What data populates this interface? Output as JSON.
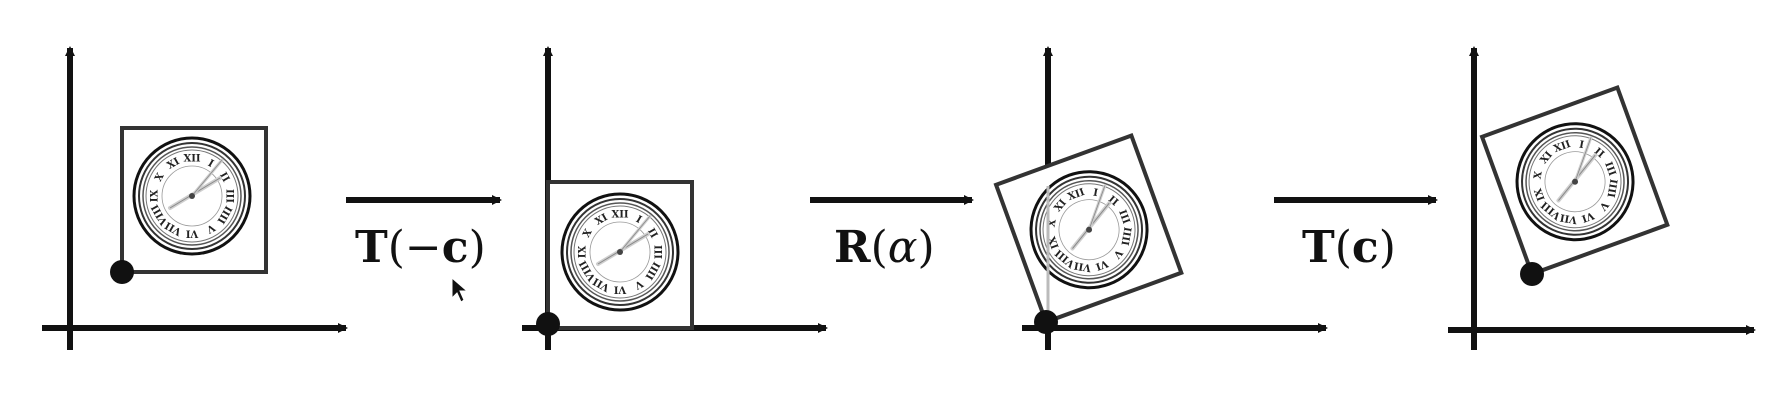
{
  "steps": [
    {
      "name": "original",
      "rotation_deg": 0
    },
    {
      "name": "translated-to-origin",
      "rotation_deg": 0
    },
    {
      "name": "rotated",
      "rotation_deg": -20
    },
    {
      "name": "translated-back",
      "rotation_deg": -20
    }
  ],
  "operations": [
    {
      "op": "T",
      "arg_prefix": "−",
      "arg": "c",
      "arg_style": "bold"
    },
    {
      "op": "R",
      "arg_prefix": "",
      "arg": "α",
      "arg_style": "italic"
    },
    {
      "op": "T",
      "arg_prefix": "",
      "arg": "c",
      "arg_style": "bold"
    }
  ],
  "clock": {
    "numerals": [
      "XII",
      "I",
      "II",
      "III",
      "IIII",
      "V",
      "VI",
      "VII",
      "VIII",
      "IX",
      "X",
      "XI"
    ]
  },
  "colors": {
    "ink": "#111111",
    "hand": "#cfcfcf",
    "face": "#ffffff"
  }
}
